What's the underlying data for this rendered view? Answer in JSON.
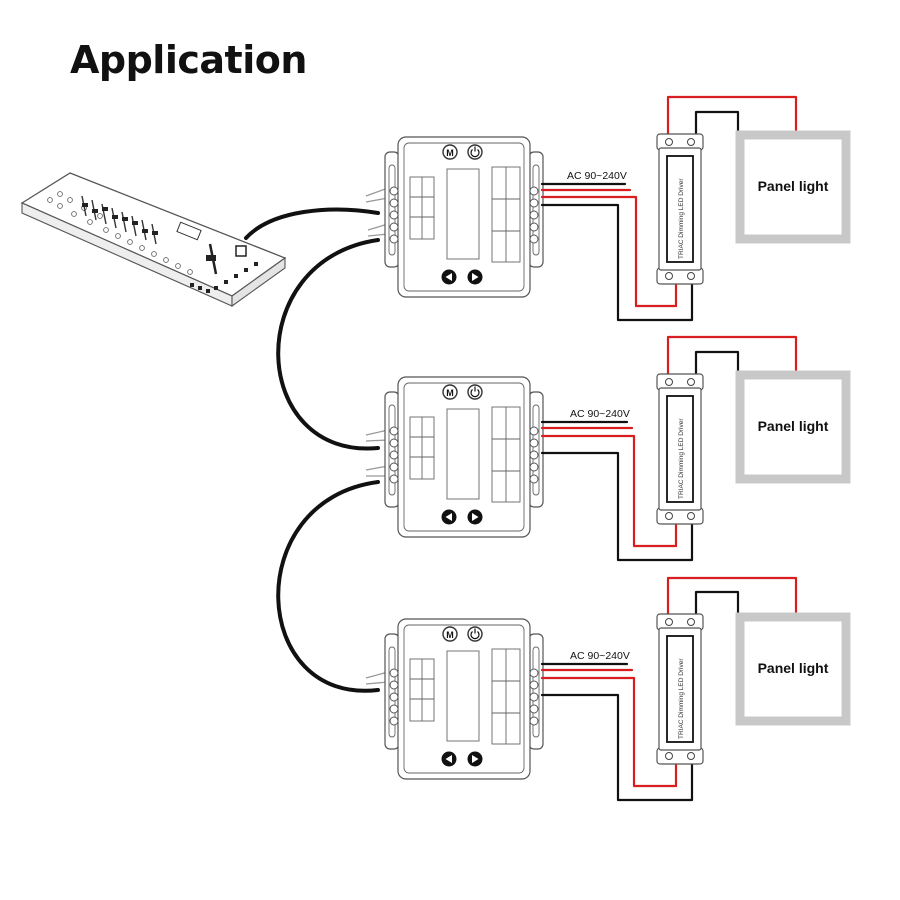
{
  "title": "Application",
  "rows": [
    {
      "ac_label": "AC 90~240V",
      "driver_label": "TRIAC Dimming LED Driver",
      "panel_label": "Panel light"
    },
    {
      "ac_label": "AC 90~240V",
      "driver_label": "TRIAC Dimming LED Driver",
      "panel_label": "Panel light"
    },
    {
      "ac_label": "AC 90~240V",
      "driver_label": "TRIAC Dimming LED Driver",
      "panel_label": "Panel light"
    }
  ],
  "colors": {
    "live_wire": "#d81e1e",
    "neutral_wire": "#111111",
    "panel_frame": "#c8c8c8"
  },
  "icons": {
    "mode_button": "M-letter-button",
    "power_button": "power-icon",
    "left_button": "left-arrow-icon",
    "right_button": "right-arrow-icon"
  }
}
